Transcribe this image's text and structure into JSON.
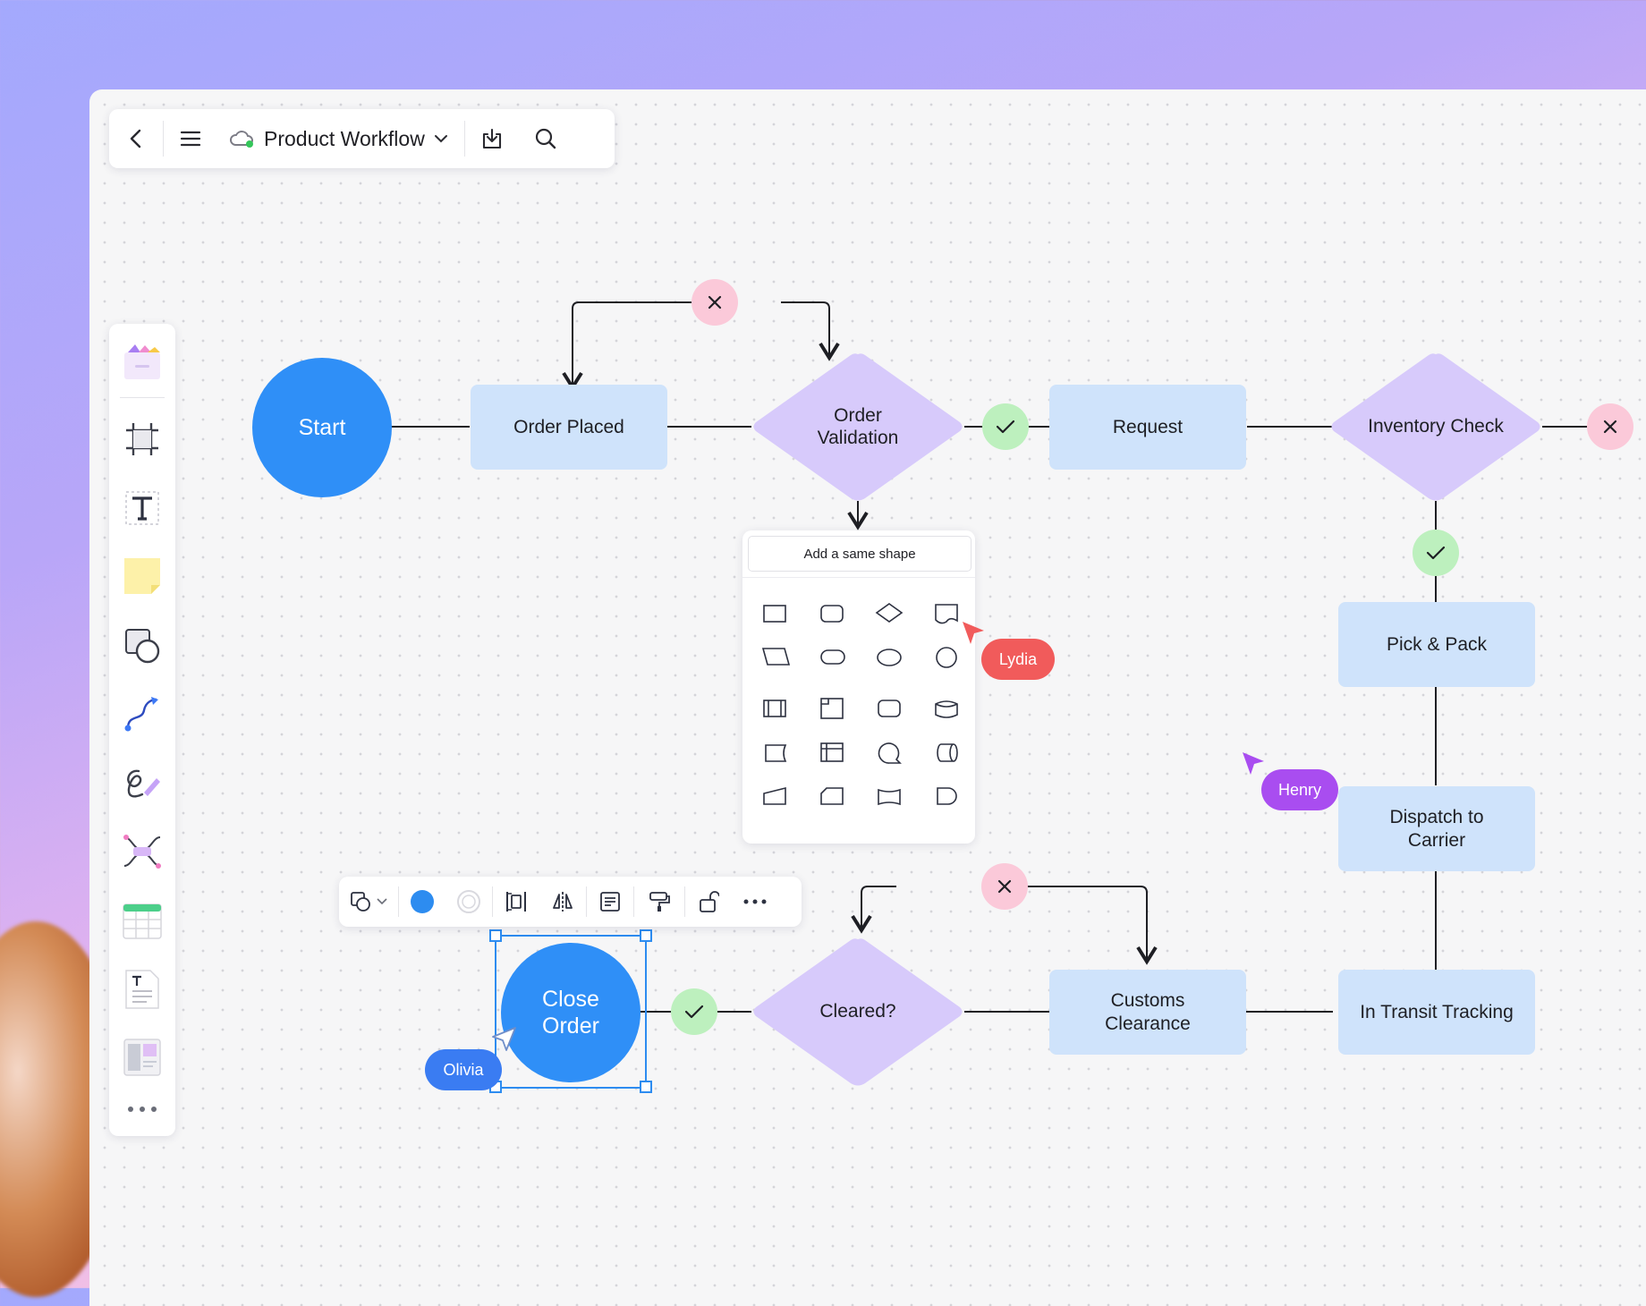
{
  "toolbar": {
    "doc_title": "Product Workflow",
    "icons": [
      "back-icon",
      "menu-icon",
      "cloud-sync-icon",
      "chevron-down-icon",
      "download-icon",
      "search-icon"
    ]
  },
  "sidebar": {
    "items": [
      "templates",
      "frame",
      "text",
      "sticky-note",
      "shapes",
      "connector",
      "pen",
      "mind-map",
      "table",
      "document",
      "layout",
      "more"
    ]
  },
  "nodes": {
    "start": "Start",
    "order_placed": "Order Placed",
    "order_validation": "Order\nValidation",
    "request": "Request",
    "inventory_check": "Inventory Check",
    "pick_pack": "Pick & Pack",
    "dispatch": "Dispatch to\nCarrier",
    "in_transit": "In Transit Tracking",
    "customs": "Customs\nClearance",
    "cleared": "Cleared?",
    "close_order": "Close\nOrder"
  },
  "shape_popup": {
    "button_label": "Add a same shape"
  },
  "collaborators": {
    "lydia": "Lydia",
    "henry": "Henry",
    "olivia": "Olivia"
  },
  "colors": {
    "rect_fill": "#cfe3fb",
    "diamond_fill": "#d7cafb",
    "circle_fill": "#2f8ff7",
    "ok_badge": "#bdf0be",
    "no_badge": "#fbc9d9",
    "lydia": "#f15b5b",
    "henry": "#a94df0",
    "olivia": "#3a7cf2",
    "selection": "#2d8cf0"
  }
}
